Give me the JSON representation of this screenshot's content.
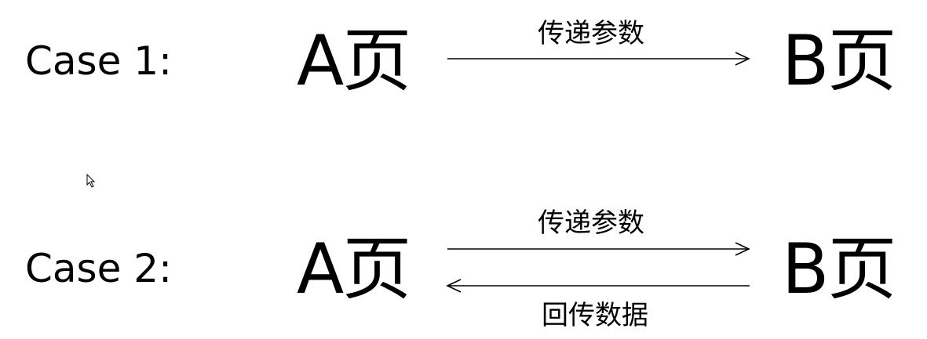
{
  "case1": {
    "label": "Case 1:",
    "source_page": "A页",
    "target_page": "B页",
    "forward_label": "传递参数"
  },
  "case2": {
    "label": "Case 2:",
    "source_page": "A页",
    "target_page": "B页",
    "forward_label": "传递参数",
    "backward_label": "回传数据"
  },
  "colors": {
    "ink": "#000000",
    "background": "#ffffff"
  },
  "icons": {
    "cursor": "mouse-pointer-icon"
  }
}
